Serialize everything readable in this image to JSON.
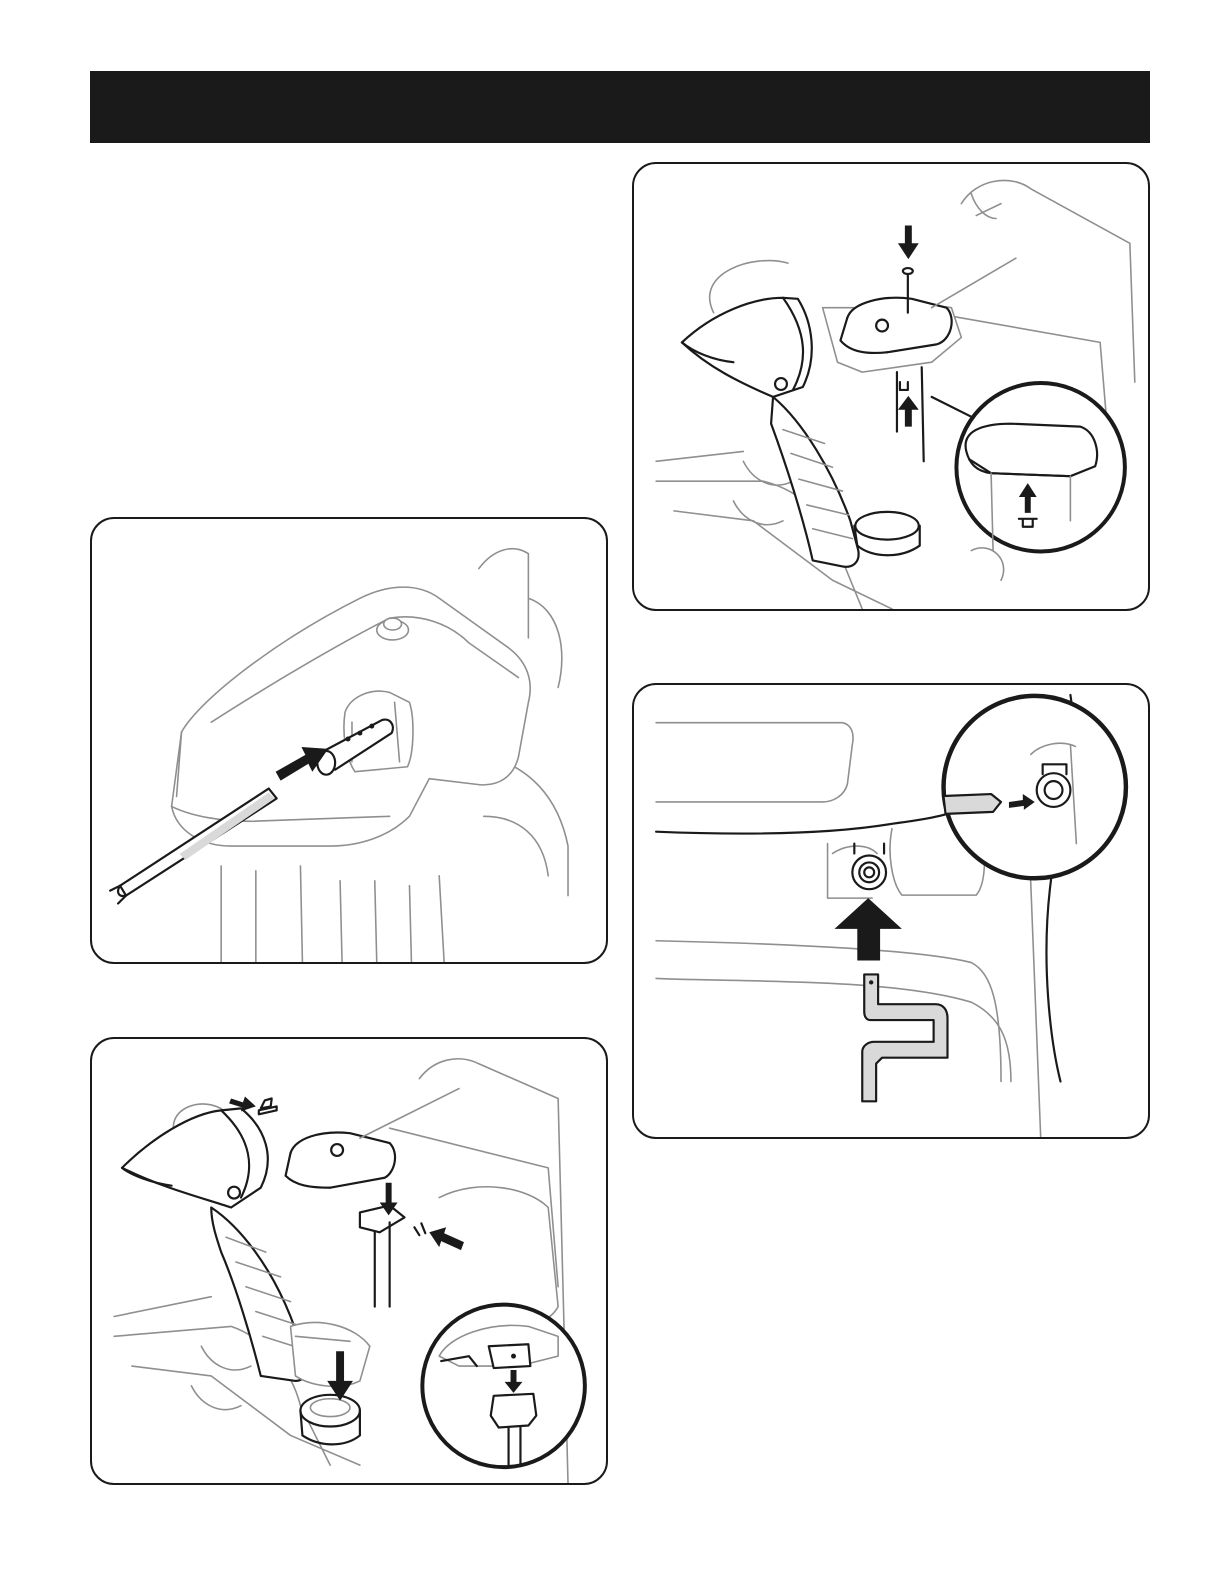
{
  "page": {
    "header_bar_color": "#1a1a1a",
    "line_color": "#8f8f8f",
    "ink_color": "#1a1a1a"
  },
  "figures": [
    {
      "id": "fig-a",
      "depicts": "cable-into-chute-rotator-housing",
      "icons": [
        "arrow-icon"
      ]
    },
    {
      "id": "fig-b",
      "depicts": "chute-assembly-onto-base-with-pin",
      "icons": [
        "arrow-icon",
        "magnifier-callout-icon"
      ]
    },
    {
      "id": "fig-c",
      "depicts": "chute-cover-with-bolt-and-clip",
      "icons": [
        "arrow-icon",
        "magnifier-callout-icon"
      ]
    },
    {
      "id": "fig-d",
      "depicts": "crank-rod-into-coupler",
      "icons": [
        "arrow-icon",
        "magnifier-callout-icon"
      ]
    }
  ]
}
